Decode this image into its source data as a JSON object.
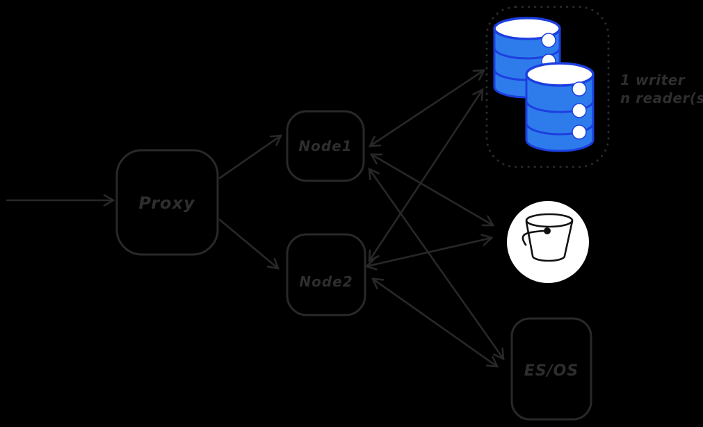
{
  "canvas": {
    "background": "#000000",
    "ink": "#28282a",
    "text_color": "#2e2e30"
  },
  "labels": {
    "proxy": "Proxy",
    "node1": "Node1",
    "node2": "Node2",
    "esos": "ES/OS",
    "db_annotation_line1": "1 writer",
    "db_annotation_line2": "n reader(s)"
  },
  "icons": {
    "database": {
      "name": "database-cylinders-icon",
      "count": 2,
      "fill": "#2e7ceb",
      "stroke": "#1c3fe0",
      "highlight": "#ffffff"
    },
    "bucket": {
      "name": "bucket-icon",
      "background": "#ffffff",
      "stroke": "#111111"
    }
  },
  "connections": [
    {
      "from": "external-input",
      "to": "proxy",
      "arrow": "one-way"
    },
    {
      "from": "proxy",
      "to": "node1",
      "arrow": "one-way"
    },
    {
      "from": "proxy",
      "to": "node2",
      "arrow": "one-way"
    },
    {
      "from": "node1",
      "to": "database-cluster",
      "arrow": "two-way"
    },
    {
      "from": "node2",
      "to": "database-cluster",
      "arrow": "two-way"
    },
    {
      "from": "node1",
      "to": "bucket",
      "arrow": "two-way"
    },
    {
      "from": "node2",
      "to": "bucket",
      "arrow": "two-way"
    },
    {
      "from": "node1",
      "to": "esos",
      "arrow": "two-way"
    },
    {
      "from": "node2",
      "to": "esos",
      "arrow": "two-way"
    }
  ]
}
